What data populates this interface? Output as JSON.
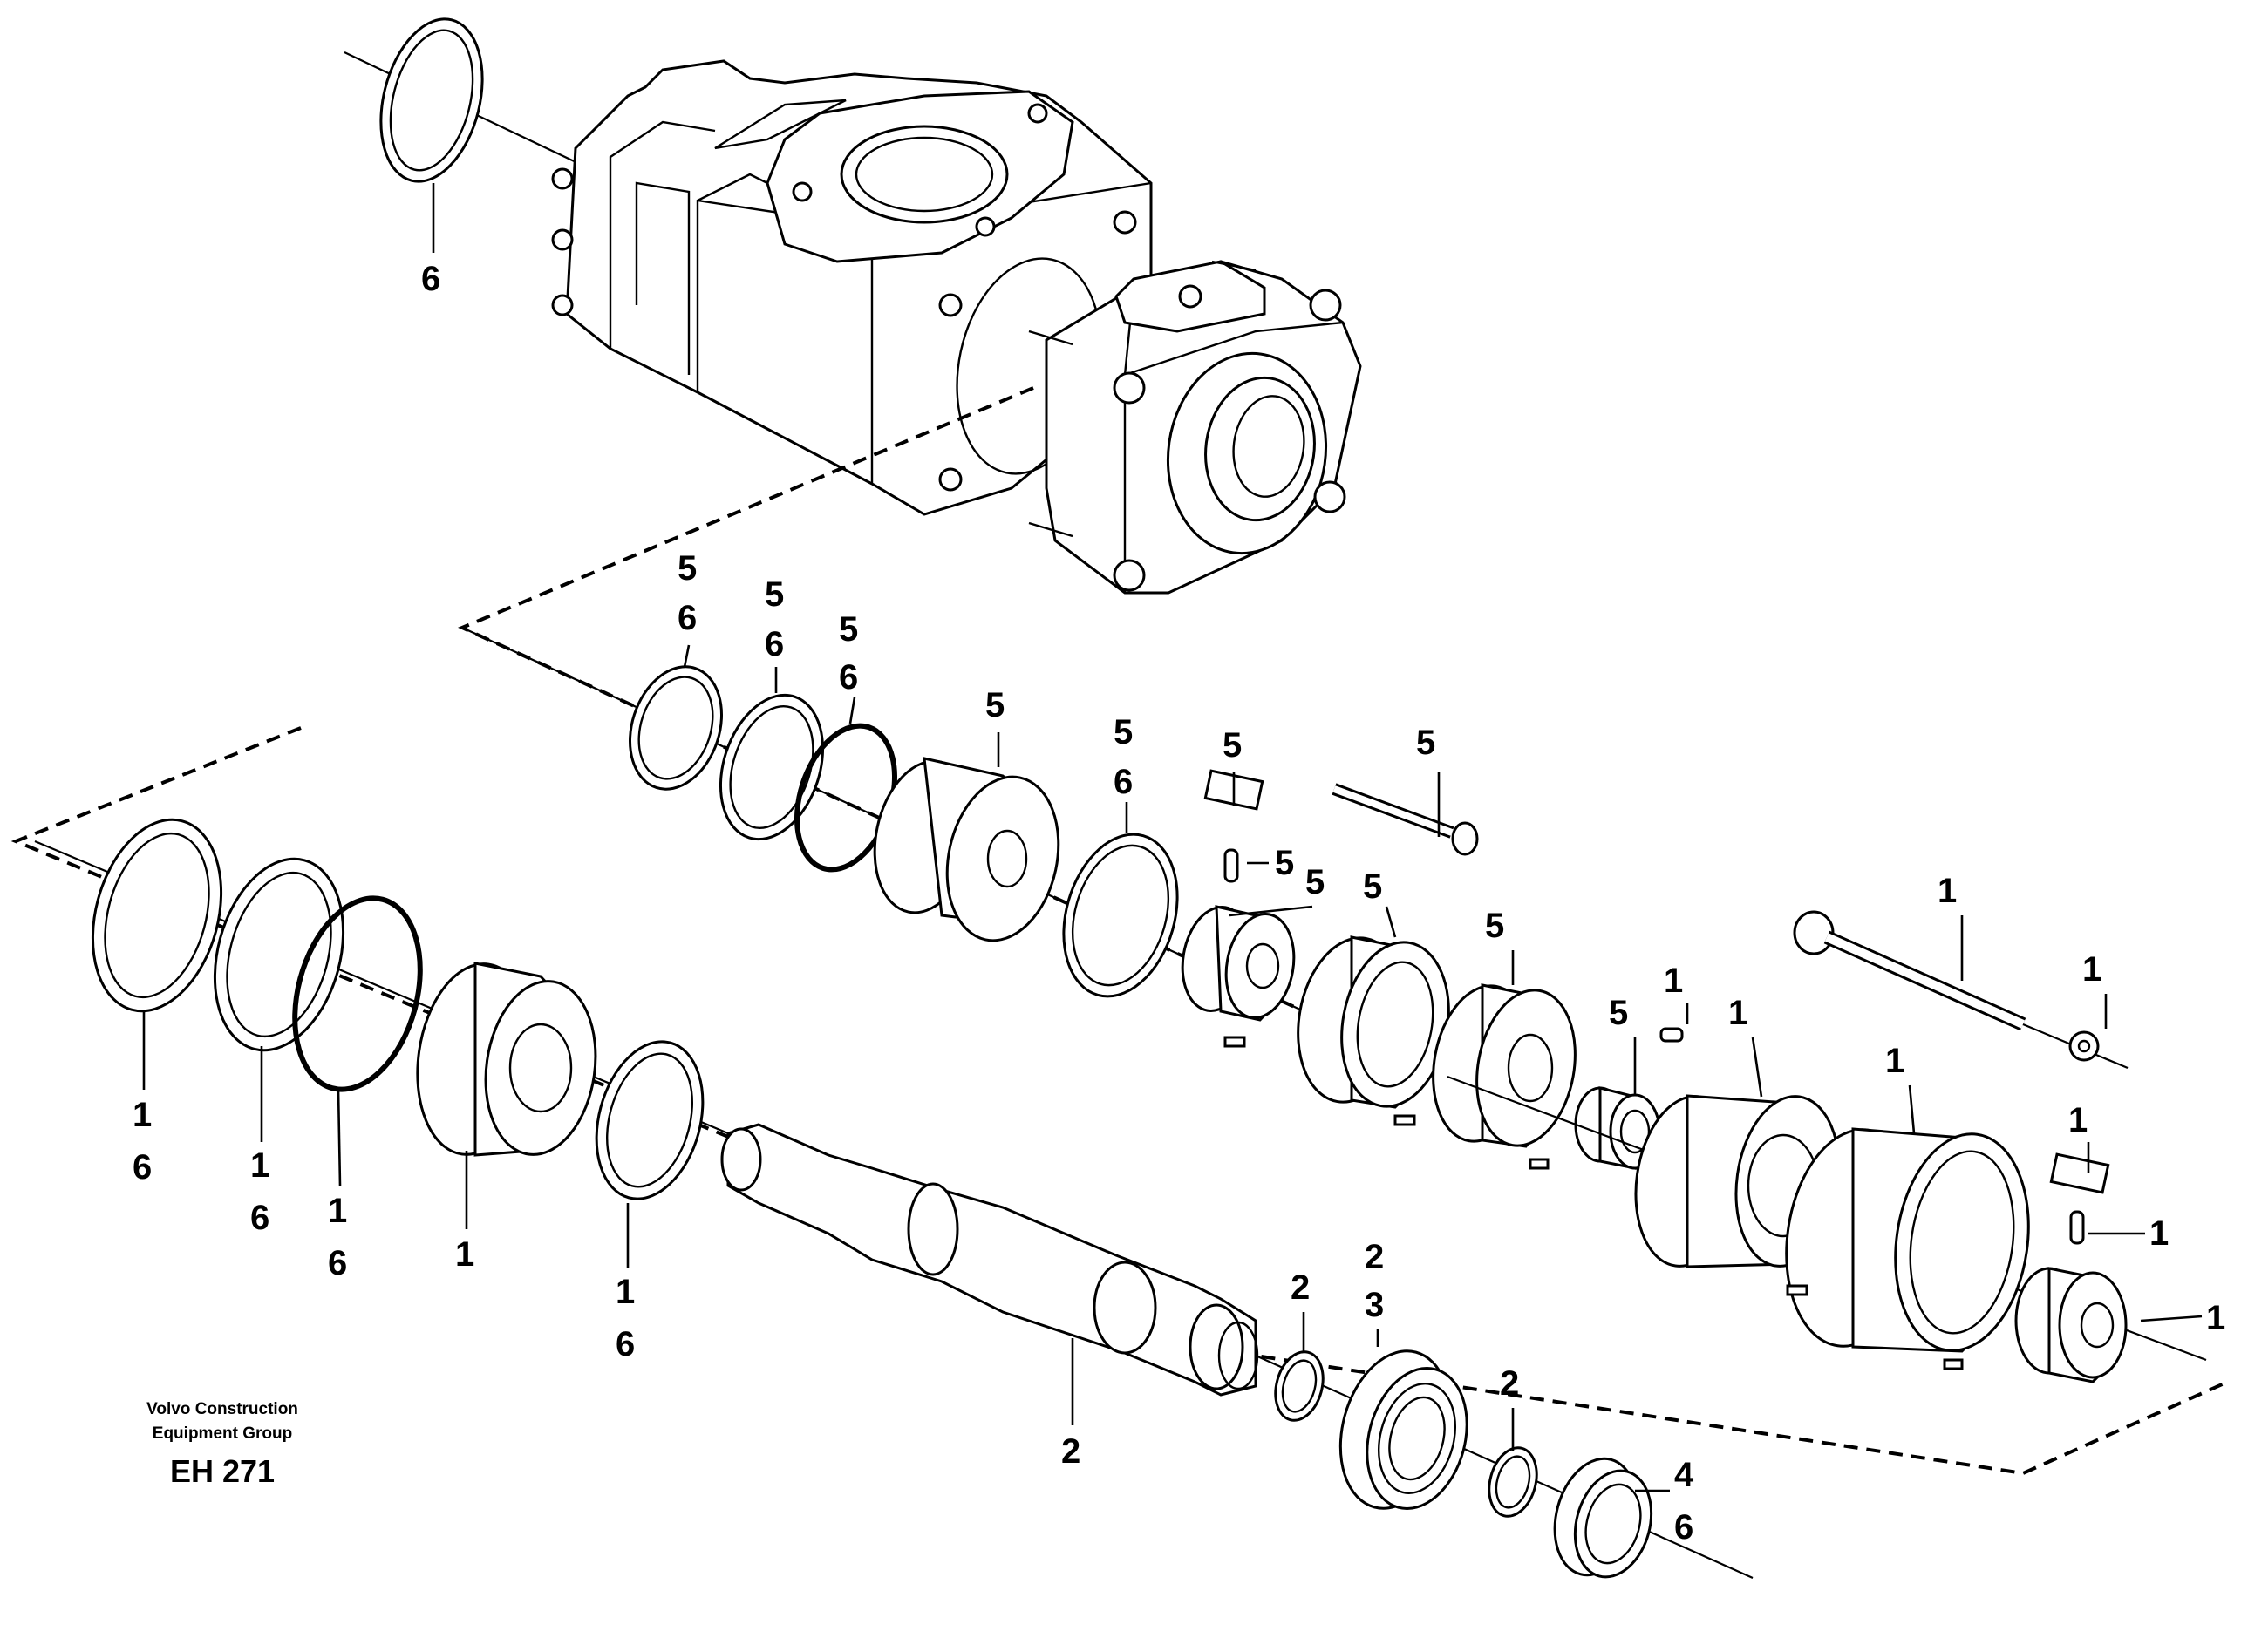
{
  "footer": {
    "line1": "Volvo Construction",
    "line2": "Equipment Group",
    "code": "EH 271"
  },
  "callouts": [
    {
      "id": "c1",
      "lines": [
        "6"
      ]
    },
    {
      "id": "c2",
      "lines": [
        "5",
        "6"
      ]
    },
    {
      "id": "c3",
      "lines": [
        "5",
        "6"
      ]
    },
    {
      "id": "c4",
      "lines": [
        "5",
        "6"
      ]
    },
    {
      "id": "c5",
      "lines": [
        "5"
      ]
    },
    {
      "id": "c6",
      "lines": [
        "5",
        "6"
      ]
    },
    {
      "id": "c7",
      "lines": [
        "5"
      ]
    },
    {
      "id": "c8",
      "lines": [
        "5"
      ]
    },
    {
      "id": "c9",
      "lines": [
        "5"
      ]
    },
    {
      "id": "c10",
      "lines": [
        "5"
      ]
    },
    {
      "id": "c11",
      "lines": [
        "5"
      ]
    },
    {
      "id": "c12",
      "lines": [
        "5"
      ]
    },
    {
      "id": "c13",
      "lines": [
        "5"
      ]
    },
    {
      "id": "c14",
      "lines": [
        "1"
      ]
    },
    {
      "id": "c15",
      "lines": [
        "1"
      ]
    },
    {
      "id": "c16",
      "lines": [
        "1"
      ]
    },
    {
      "id": "c17",
      "lines": [
        "1"
      ]
    },
    {
      "id": "c18",
      "lines": [
        "1"
      ]
    },
    {
      "id": "c19",
      "lines": [
        "1"
      ]
    },
    {
      "id": "c20",
      "lines": [
        "1"
      ]
    },
    {
      "id": "c21",
      "lines": [
        "1"
      ]
    },
    {
      "id": "c22",
      "lines": [
        "1",
        "6"
      ]
    },
    {
      "id": "c23",
      "lines": [
        "1",
        "6"
      ]
    },
    {
      "id": "c24",
      "lines": [
        "1",
        "6"
      ]
    },
    {
      "id": "c25",
      "lines": [
        "1"
      ]
    },
    {
      "id": "c26",
      "lines": [
        "1",
        "6"
      ]
    },
    {
      "id": "c27",
      "lines": [
        "2"
      ]
    },
    {
      "id": "c28",
      "lines": [
        "2"
      ]
    },
    {
      "id": "c29",
      "lines": [
        "2",
        "3"
      ]
    },
    {
      "id": "c30",
      "lines": [
        "2"
      ]
    },
    {
      "id": "c31",
      "lines": [
        "4",
        "6"
      ]
    }
  ]
}
